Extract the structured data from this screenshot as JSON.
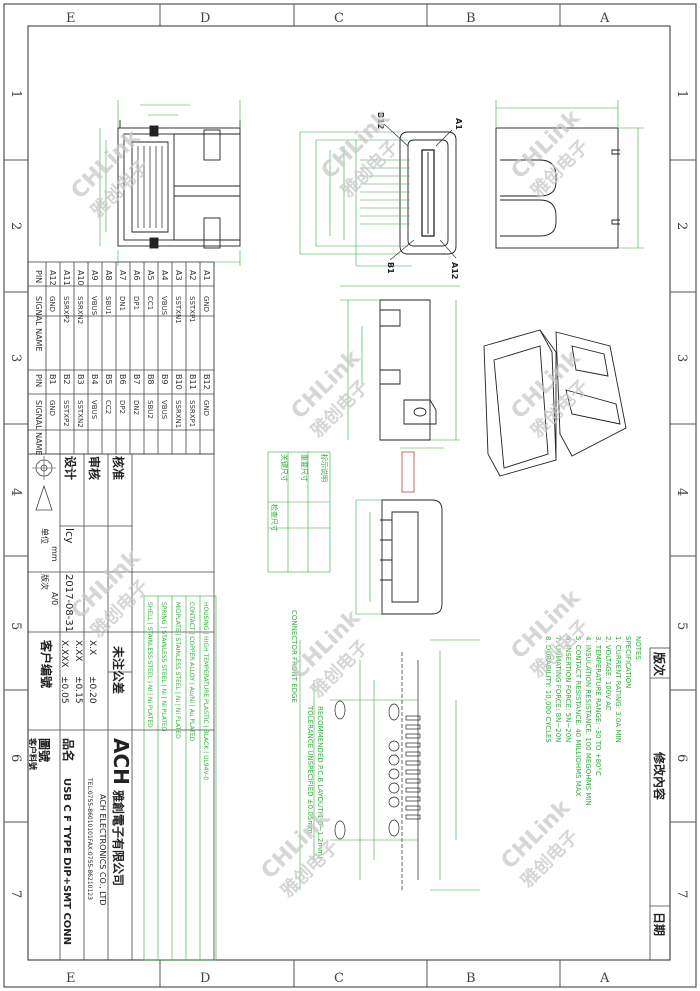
{
  "frame": {
    "left_letters": [
      "E",
      "D",
      "C",
      "B",
      "A"
    ],
    "number_marks": [
      "1",
      "2",
      "3",
      "4",
      "5",
      "6",
      "7"
    ]
  },
  "pin_table": {
    "header_pin": "PIN",
    "header_signal": "SIGNAL NAME",
    "a_pins": [
      "A1",
      "A2",
      "A3",
      "A4",
      "A5",
      "A6",
      "A7",
      "A8",
      "A9",
      "A10",
      "A11",
      "A12"
    ],
    "a_signals": [
      "GND",
      "SSTXP1",
      "SSTXN1",
      "VBUS",
      "CC1",
      "DP1",
      "DN1",
      "SBU1",
      "VBUS",
      "SSRXN2",
      "SSRXP2",
      "GND"
    ],
    "b_pins": [
      "B12",
      "B11",
      "B10",
      "B9",
      "B8",
      "B7",
      "B6",
      "B5",
      "B4",
      "B3",
      "B2",
      "B1"
    ],
    "b_signals": [
      "GND",
      "SSRXP1",
      "SSRXN1",
      "VBUS",
      "SBU2",
      "DN2",
      "DP2",
      "CC2",
      "VBUS",
      "SSTXN2",
      "SSTXP2",
      "GND"
    ]
  },
  "pin_labels": {
    "b12": "B12",
    "a1": "A1",
    "b1": "B1",
    "a12": "A12"
  },
  "title_block": {
    "approve": "核准",
    "review": "审核",
    "design": "设计",
    "designer": "lcy",
    "date": "2017-08-31",
    "unit_label": "单位",
    "version_label": "版次",
    "unit_value": "mm",
    "version_value": "A/0",
    "tolerance_title": "未注公差",
    "tol_rows": [
      {
        "fmt": "X.X",
        "val": "±0.20"
      },
      {
        "fmt": "X.XX",
        "val": "±0.15"
      },
      {
        "fmt": "X.XXX",
        "val": "±0.05"
      }
    ],
    "customer_code": "客户编號",
    "product_name_label": "品名",
    "product_name": "USB C F TYPE DIP+SMT CONN",
    "drawing_no_label": "圖號",
    "customer_part_label": "客户料號",
    "company_logo": "ACH",
    "company_cn": "雅創電子有限公司",
    "company_en": "ACH ELECTRONICS CO., LTD",
    "company_tel": "TEL:0755-86010101FAX:0755-86210123"
  },
  "revision_block": {
    "version": "版次",
    "content": "修改內容",
    "date": "日期"
  },
  "notes": {
    "title": "NOTES:",
    "lines": [
      "SPECIFICATION",
      "1. CURRENT RATING: 3.0A MIN",
      "2. VOLTAGE: 100V AC",
      "3. TEMPERATURE RANGE: -30 TO +80°C",
      "4. INSULATION RESISTANCE: 100 MEGOHMS MIN",
      "5. CONTACT RESISTANCE: 40 MILLIOHMS MAX",
      "6. INSERTION FORCE: 5N~20N",
      "7. UNMATING FORCE: 8N~20N",
      "8. DURABILITY: 10,000 CYCLES"
    ]
  },
  "material_table": {
    "rows": [
      "SHELL | STAINLESS STEEL | Ni | Ni PLATED",
      "SPRING | STAINLESS STEEL | Ni | Ni PLATED",
      "MIDPLATE | STAINLESS STEEL | Ni | Ni PLATED",
      "CONTACT | COPPER ALLOY | Au/Ni | Au PLATED",
      "HOUSING | HIGH TEMPERATURE PLASTIC | BLACK | UL94V-0"
    ]
  },
  "legend_box": {
    "title": "标示说明",
    "rows": [
      "重要尺寸",
      "关键尺寸",
      "检查尺寸"
    ]
  },
  "pcb_notes": [
    "CONNECTOR FRONT EDGE",
    "RECOMMENDED P.C.B LAYOUT(1.0~1.2mm)",
    "TOLERANCE UNSPECIFIED ±0.05mm"
  ],
  "watermark": {
    "brand": "CHLink",
    "cn": "雅创电子"
  },
  "colors": {
    "frame": "#555555",
    "dim": "#2fae3a",
    "outline": "#222222",
    "red": "#d04040",
    "watermark": "#c8c8c8"
  }
}
